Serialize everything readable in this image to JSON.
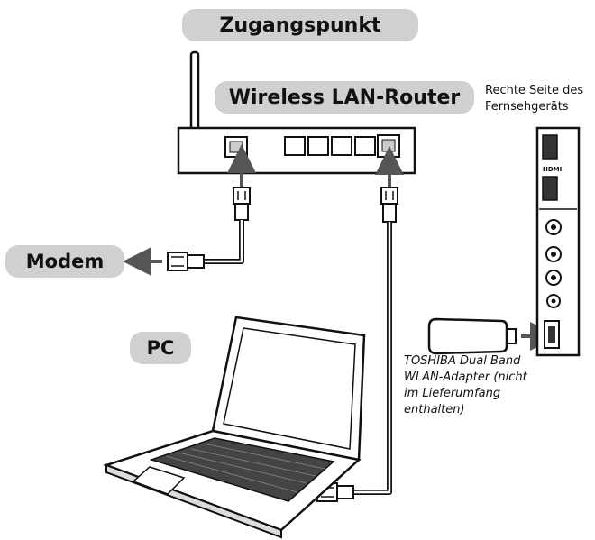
{
  "labels": {
    "access_point": "Zugangspunkt",
    "router": "Wireless LAN-Router",
    "modem": "Modem",
    "pc": "PC",
    "tv_side_line1": "Rechte Seite des",
    "tv_side_line2": "Fernsehgeräts",
    "adapter_line1": "TOSHIBA Dual Band",
    "adapter_line2": "WLAN-Adapter (nicht",
    "adapter_line3": "im Lieferumfang",
    "adapter_line4": "enthalten)",
    "hdmi_text": "HDMI"
  },
  "colors": {
    "pill_bg": "#d0d0d0",
    "line": "#111111",
    "cable_fill": "#ffffff",
    "arrow": "#555555",
    "shade": "#cccccc"
  },
  "icons": [
    "router-icon",
    "antenna-icon",
    "modem-arrow-icon",
    "laptop-icon",
    "usb-adapter-icon",
    "tv-panel-icon",
    "ethernet-plug-icon"
  ]
}
